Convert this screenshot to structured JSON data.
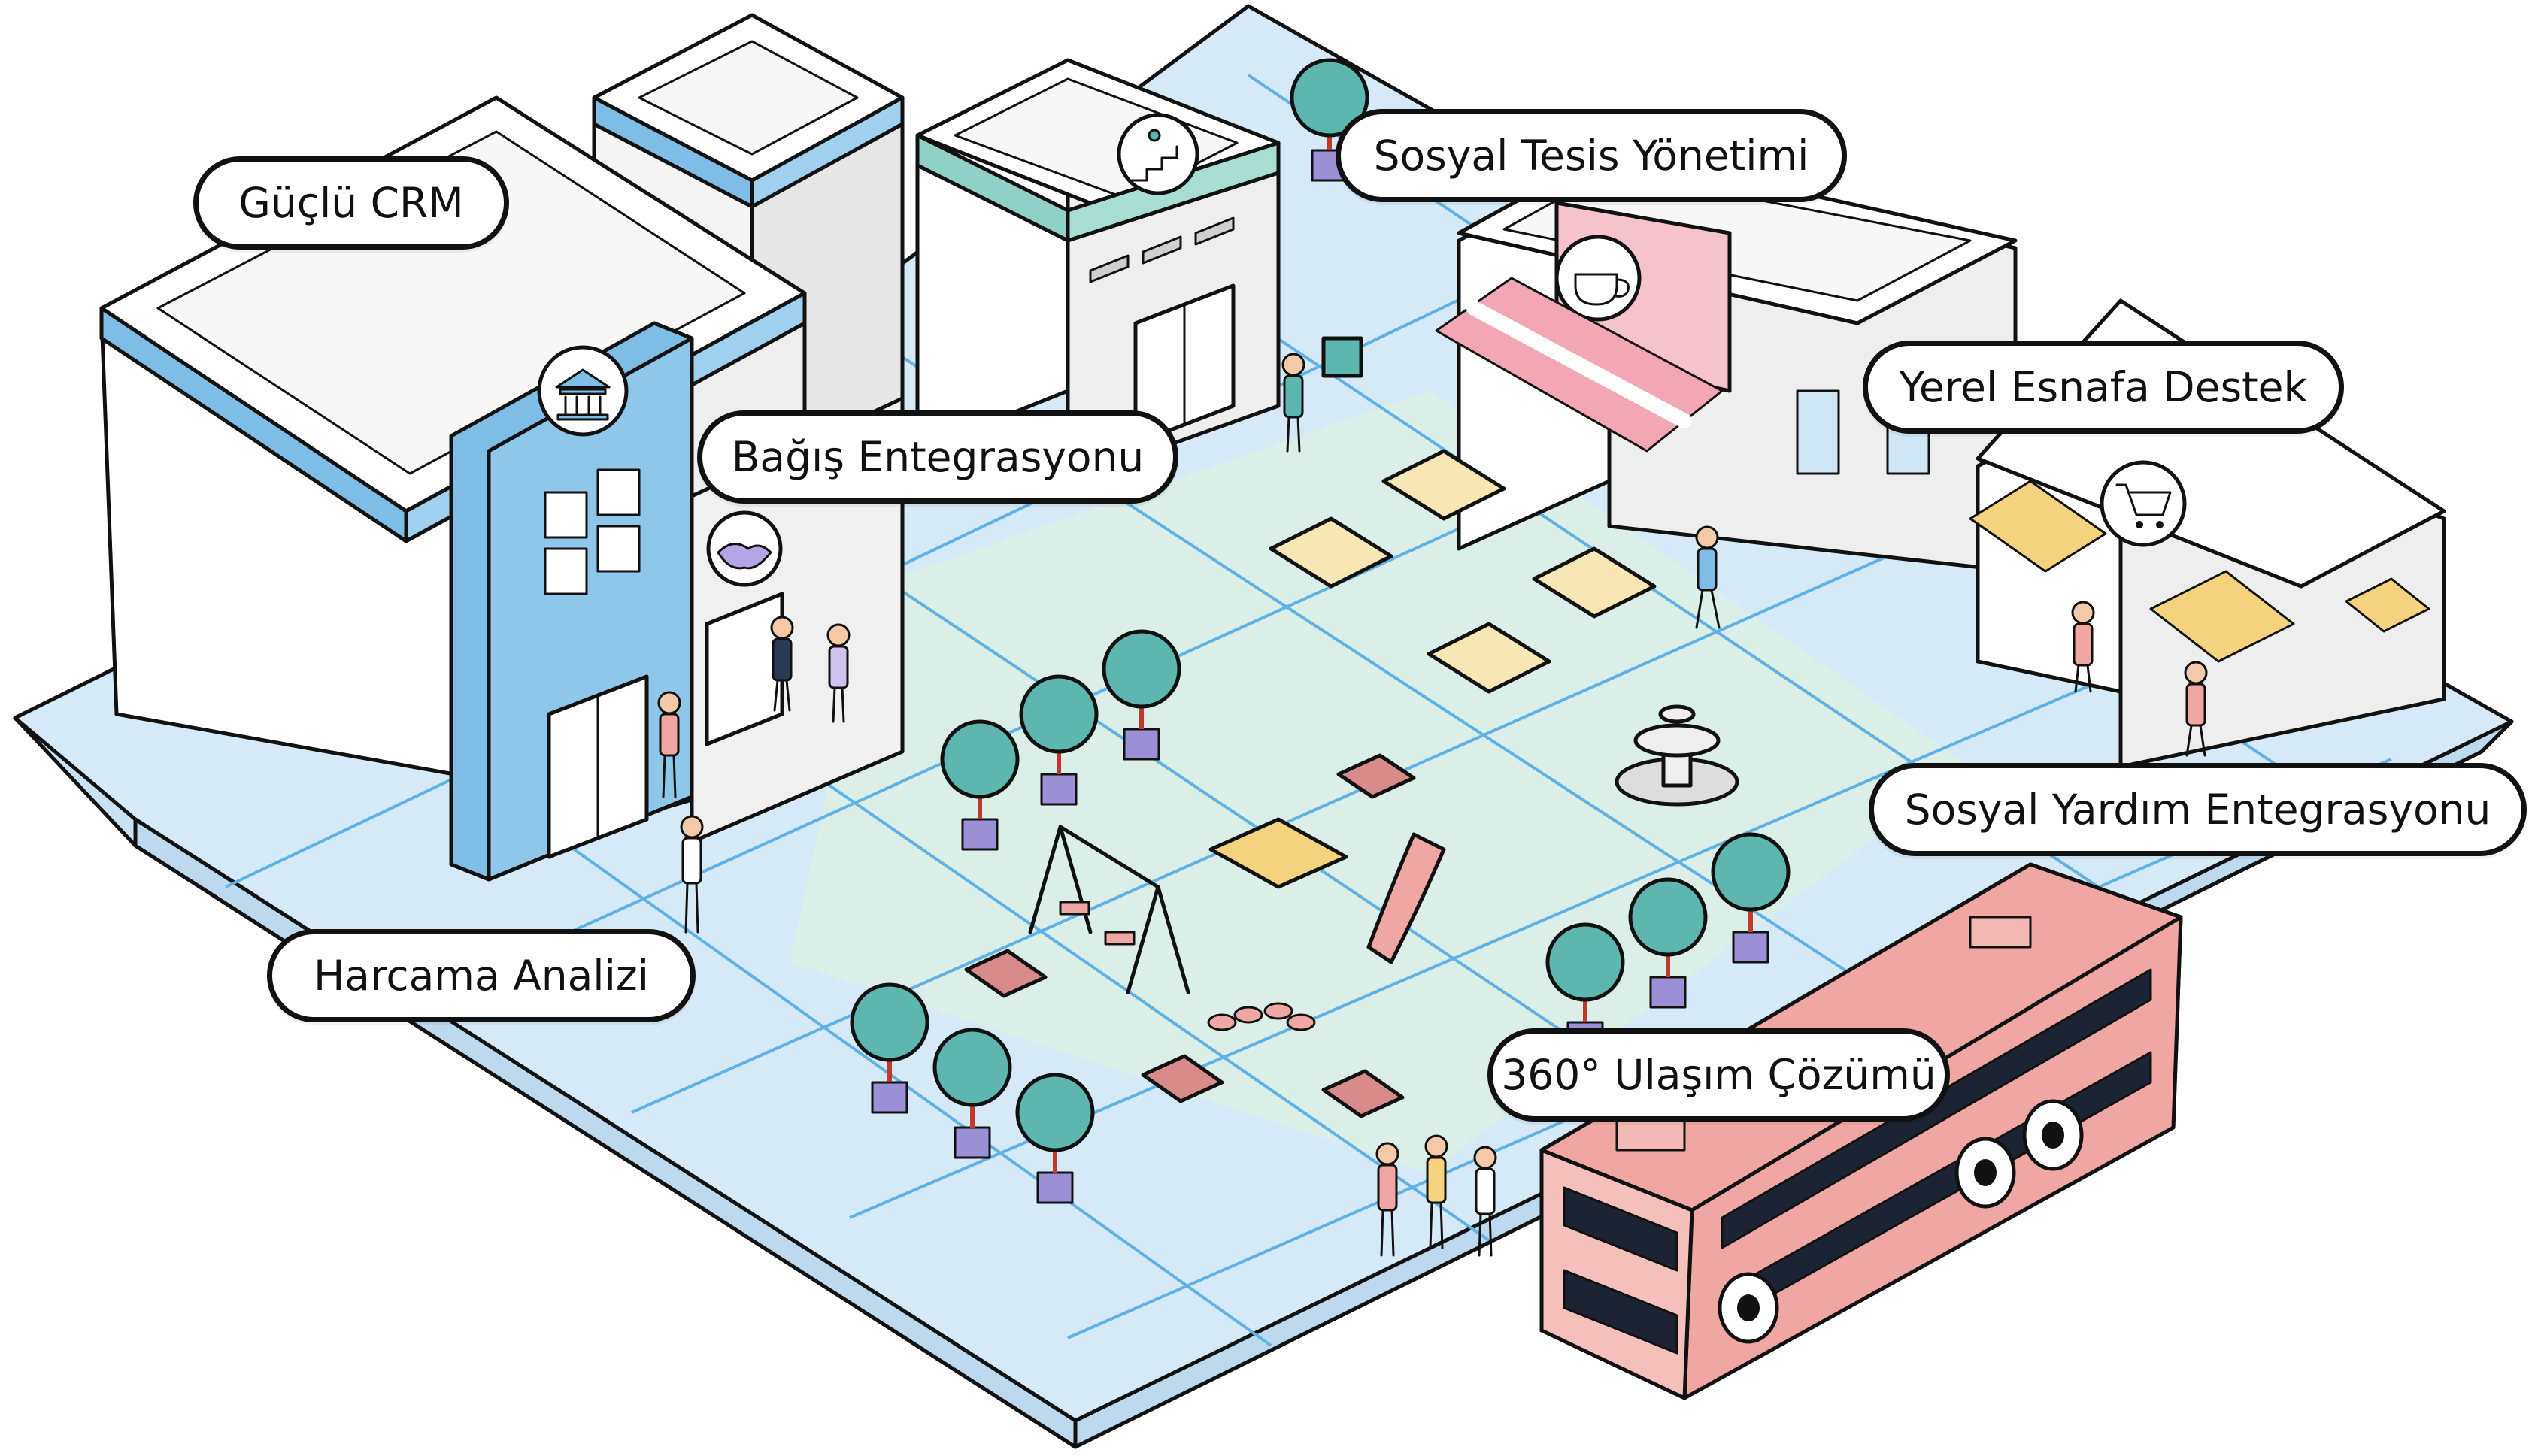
{
  "callouts": {
    "crm": "Güçlü CRM",
    "facility": "Sosyal Tesis Yönetimi",
    "donation": "Bağış Entegrasyonu",
    "local_business": "Yerel Esnafa Destek",
    "social_aid": "Sosyal Yardım Entegrasyonu",
    "spending": "Harcama Analizi",
    "transport": "360° Ulaşım Çözümü"
  },
  "icons": {
    "municipality": "bank-building-icon",
    "donation": "handshake-icon",
    "facility": "stairs-climber-icon",
    "cafe": "coffee-cup-icon",
    "shop": "shopping-cart-icon"
  },
  "colors": {
    "ground": "#d6e9f6",
    "grid": "#5fb2e6",
    "plaza": "#dcefe4",
    "municipality": "#7dbde6",
    "facility_accent": "#8fd1c6",
    "cafe_awning": "#f3a6b4",
    "shop_awning": "#f5d27d",
    "bus": "#f0a7a3",
    "tree": "#5db7ae",
    "pot": "#9b8fd6",
    "outline": "#111111"
  }
}
